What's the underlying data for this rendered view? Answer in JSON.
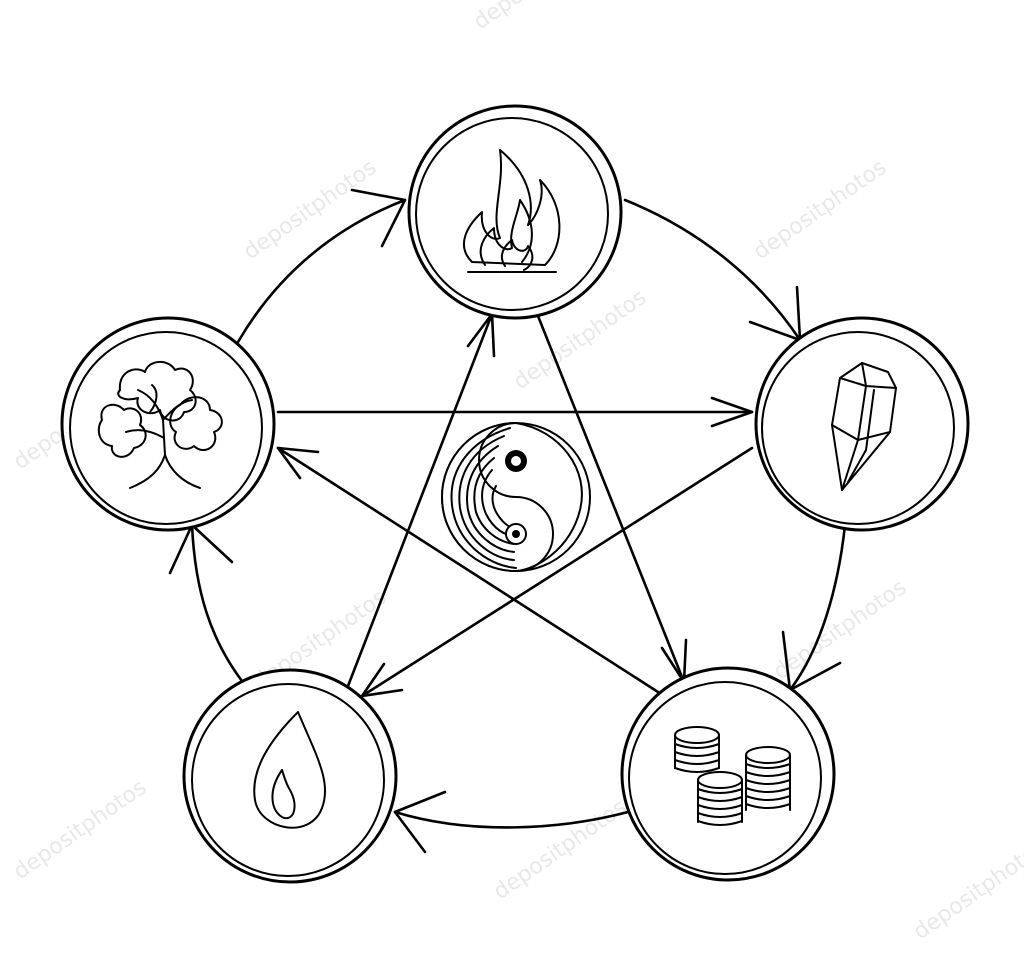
{
  "colors": {
    "stroke": "#000000",
    "background": "#ffffff",
    "watermark": "#e8e8e8"
  },
  "watermark": {
    "text": "depositphotos"
  },
  "nodes": [
    {
      "id": "fire",
      "icon": "fire-icon"
    },
    {
      "id": "earth",
      "icon": "crystal-icon"
    },
    {
      "id": "metal",
      "icon": "coins-icon"
    },
    {
      "id": "water",
      "icon": "water-drop-icon"
    },
    {
      "id": "wood",
      "icon": "tree-icon"
    }
  ],
  "center": {
    "icon": "yin-yang-icon"
  },
  "generating_cycle": [
    [
      "wood",
      "fire"
    ],
    [
      "fire",
      "earth"
    ],
    [
      "earth",
      "metal"
    ],
    [
      "metal",
      "water"
    ],
    [
      "water",
      "wood"
    ]
  ],
  "controlling_cycle": [
    [
      "fire",
      "metal"
    ],
    [
      "metal",
      "wood"
    ],
    [
      "wood",
      "earth"
    ],
    [
      "earth",
      "water"
    ],
    [
      "water",
      "fire"
    ]
  ]
}
